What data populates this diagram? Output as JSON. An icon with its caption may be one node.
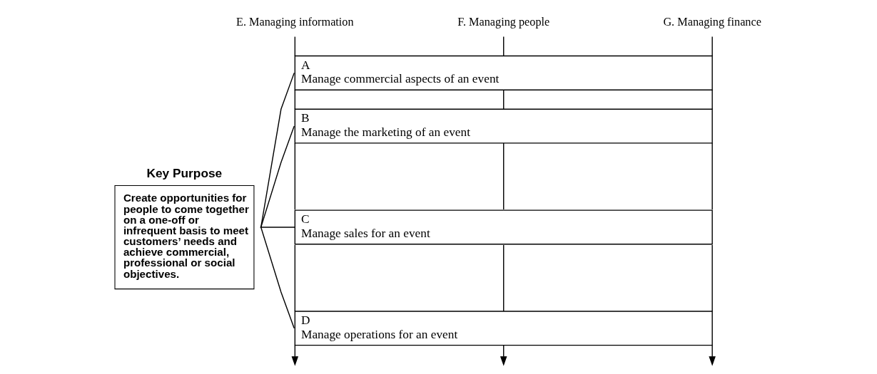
{
  "diagram": {
    "nodes": [
      {
        "text": [
          "Key Purpose",
          "Create opportunities for people to come together on a one-off or infrequent basis to meet customers’ needs and achieve commercial, professional or social objectives."
        ]
      },
      {
        "text": [
          "A",
          "Manage commercial aspects of an event"
        ]
      },
      {
        "text": [
          "B",
          "Manage the marketing of an event"
        ]
      },
      {
        "text": [
          "C",
          "Manage sales for an event"
        ]
      },
      {
        "text": [
          "D",
          "Manage operations for an event"
        ]
      },
      {
        "text": [
          "E. Managing information"
        ]
      },
      {
        "text": [
          "F. Managing people"
        ]
      },
      {
        "text": [
          "G. Managing finance"
        ]
      }
    ],
    "edges": [
      {
        "from": 0,
        "to": 1,
        "arrow": "none"
      },
      {
        "from": 0,
        "to": 2,
        "arrow": "none"
      },
      {
        "from": 0,
        "to": 3,
        "arrow": "none"
      },
      {
        "from": 0,
        "to": 4,
        "arrow": "none"
      },
      {
        "from": 5,
        "to": 1,
        "arrow": "none"
      },
      {
        "from": 6,
        "to": 1,
        "arrow": "none"
      },
      {
        "from": 7,
        "to": 1,
        "arrow": "none"
      },
      {
        "from": 1,
        "to": 2,
        "arrow": "none"
      },
      {
        "from": 1,
        "to": 2,
        "arrow": "none"
      },
      {
        "from": 1,
        "to": 2,
        "arrow": "none"
      },
      {
        "from": 2,
        "to": 3,
        "arrow": "none"
      },
      {
        "from": 2,
        "to": 3,
        "arrow": "none"
      },
      {
        "from": 2,
        "to": 3,
        "arrow": "none"
      },
      {
        "from": 3,
        "to": 4,
        "arrow": "none"
      },
      {
        "from": 3,
        "to": 4,
        "arrow": "none"
      },
      {
        "from": 3,
        "to": 4,
        "arrow": "none"
      },
      {
        "from": 4,
        "to": null,
        "arrow": "to"
      },
      {
        "from": 4,
        "to": null,
        "arrow": "to"
      },
      {
        "from": 4,
        "to": null,
        "arrow": "to"
      }
    ]
  }
}
